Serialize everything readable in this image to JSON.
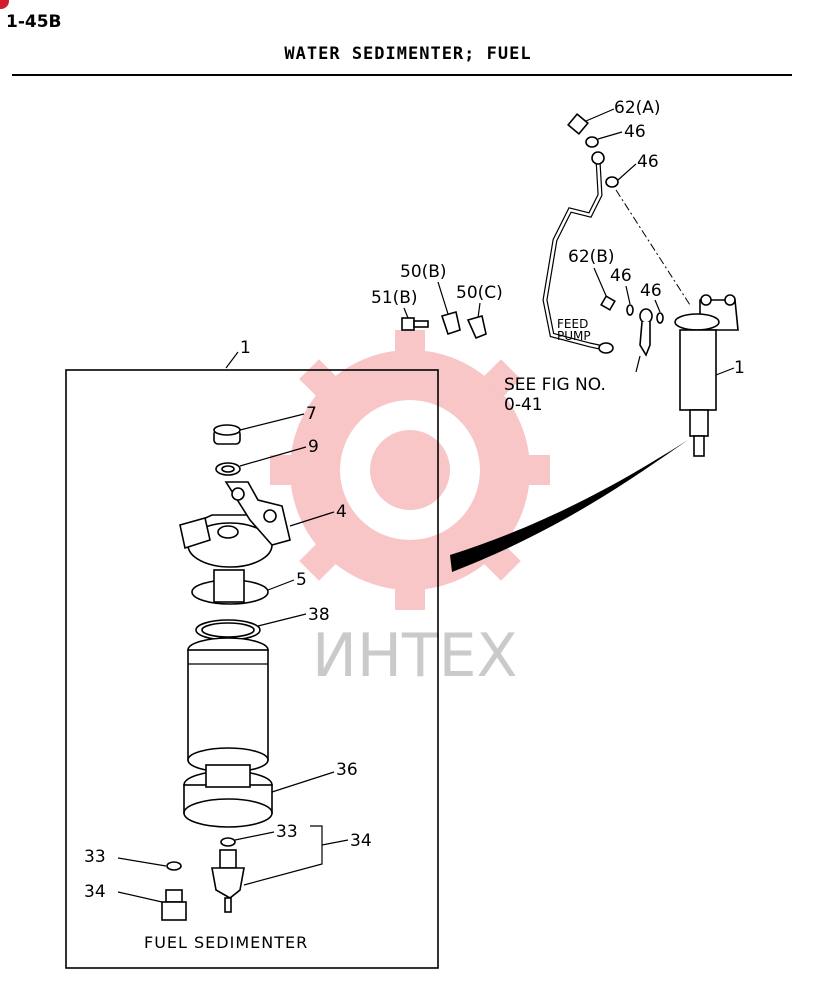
{
  "header": {
    "page_code": "1-45B",
    "title": "WATER  SEDIMENTER;  FUEL"
  },
  "watermark": {
    "text": "ИНТЕХ",
    "color": "#e8353a"
  },
  "colors": {
    "badge": "#d4192c"
  },
  "callouts": {
    "c62a": "62(A)",
    "c46_top": "46",
    "c46_mid": "46",
    "c62b": "62(B)",
    "c46_low_a": "46",
    "c46_low_b": "46",
    "c50b": "50(B)",
    "c50c": "50(C)",
    "c51b": "51(B)",
    "c1_assembly": "1",
    "c1_box": "1",
    "c7": "7",
    "c9": "9",
    "c4": "4",
    "c5": "5",
    "c38": "38",
    "c36": "36",
    "c33_a": "33",
    "c33_b": "33",
    "c34_a": "34",
    "c34_b": "34"
  },
  "notes": {
    "feed_pump_1": "FEED",
    "feed_pump_2": "PUMP",
    "see_fig_1": "SEE FIG NO.",
    "see_fig_2": "0-41",
    "caption": "FUEL  SEDIMENTER"
  }
}
